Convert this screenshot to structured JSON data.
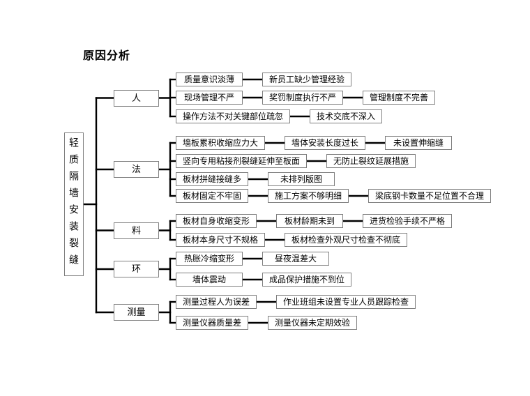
{
  "title": "原因分析",
  "root": "轻质隔墙安装裂缝",
  "colors": {
    "line": "#000000",
    "box_border": "#7f7f7f",
    "box_bg": "#ffffff",
    "text": "#000000"
  },
  "categories": [
    {
      "label": "人",
      "rows": [
        [
          "质量意识淡薄",
          "新员工缺少管理经验"
        ],
        [
          "现场管理不严",
          "奖罚制度执行不严",
          "管理制度不完善"
        ],
        [
          "操作方法不对关键部位疏忽",
          "技术交底不深入"
        ]
      ]
    },
    {
      "label": "法",
      "rows": [
        [
          "墙板累积收缩应力大",
          "墙体安装长度过长",
          "未设置伸缩缝"
        ],
        [
          "竖向专用粘接剂裂缝延伸至板面",
          "无防止裂纹延展措施"
        ],
        [
          "板材拼缝接缝多",
          "未排列版图"
        ],
        [
          "板材固定不牢固",
          "施工方案不够明细",
          "梁底钢卡数量不足位置不合理"
        ]
      ]
    },
    {
      "label": "料",
      "rows": [
        [
          "板材自身收缩变形",
          "板材龄期未到",
          "进货检验手续不严格"
        ],
        [
          "板材本身尺寸不规格",
          "板材检查外观尺寸检查不彻底"
        ]
      ]
    },
    {
      "label": "环",
      "rows": [
        [
          "热胀冷缩变形",
          "昼夜温差大"
        ],
        [
          "墙体震动",
          "成品保护措施不到位"
        ]
      ]
    },
    {
      "label": "测量",
      "rows": [
        [
          "测量过程人为误差",
          "作业班组未设置专业人员跟踪检查"
        ],
        [
          "测量仪器质量差",
          "测量仪器未定期效验"
        ]
      ]
    }
  ]
}
